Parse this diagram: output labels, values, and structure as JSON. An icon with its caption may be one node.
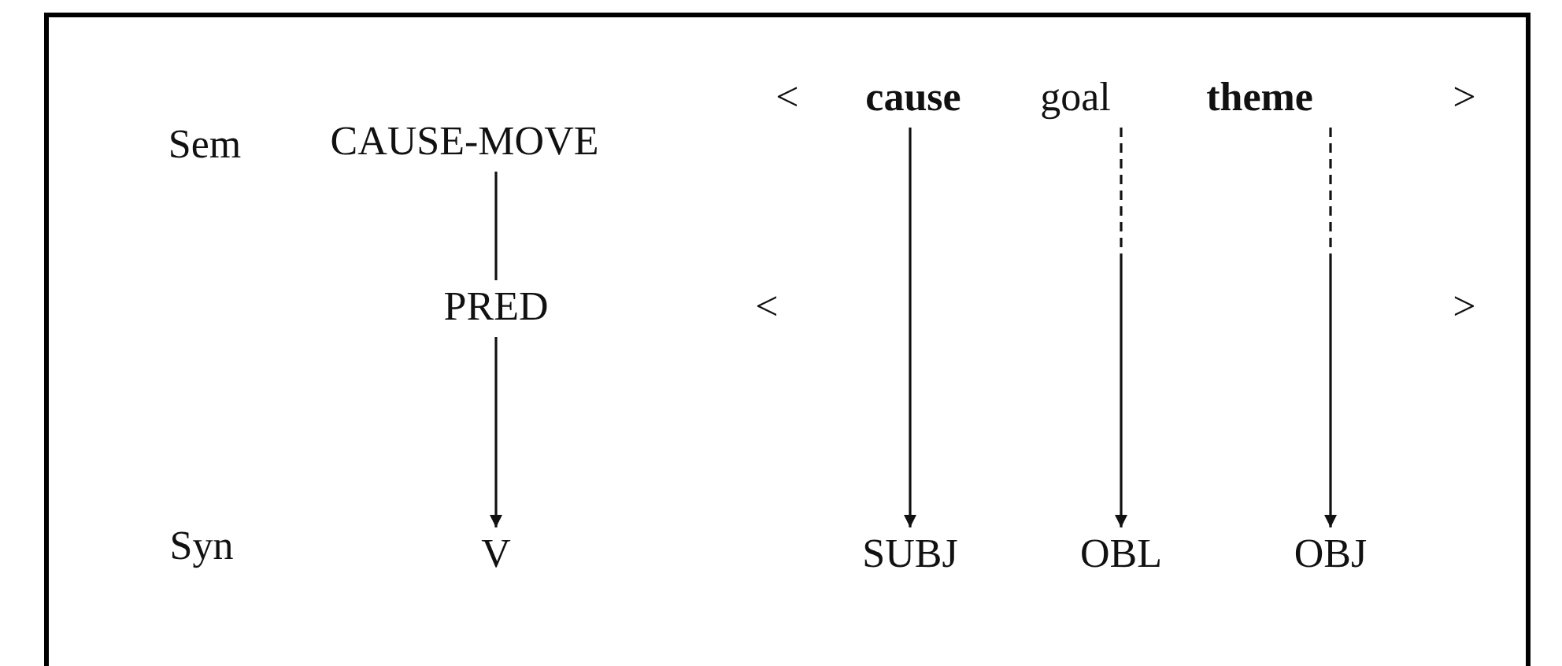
{
  "diagram": {
    "nodes": [
      {
        "text": [
          "CAUSE-MOVE"
        ]
      },
      {
        "text": [
          "cause"
        ]
      },
      {
        "text": [
          "goal"
        ]
      },
      {
        "text": [
          "theme"
        ]
      },
      {
        "text": [
          "PRED"
        ]
      },
      {
        "text": [
          "V"
        ]
      },
      {
        "text": [
          "SUBJ"
        ]
      },
      {
        "text": [
          "OBL"
        ]
      },
      {
        "text": [
          "OBJ"
        ]
      }
    ],
    "edges": [
      {
        "from": 0,
        "to": 4,
        "arrow": "none"
      },
      {
        "from": 4,
        "to": 5,
        "arrow": "to"
      },
      {
        "from": 1,
        "to": 6,
        "arrow": "to"
      },
      {
        "from": 2,
        "to": 7,
        "arrow": "to",
        "style": "dashed"
      },
      {
        "from": 3,
        "to": 8,
        "arrow": "to",
        "style": "dashed"
      }
    ],
    "labels": [
      "Sem",
      "<",
      ">",
      "<",
      ">",
      "Syn"
    ]
  }
}
